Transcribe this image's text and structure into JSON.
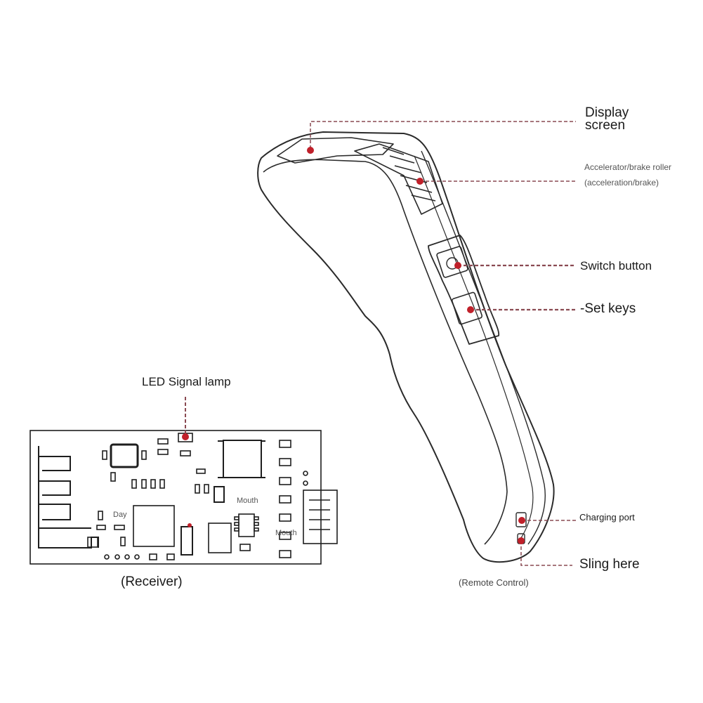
{
  "remote": {
    "caption": "(Remote Control)",
    "labels": {
      "display_line1": "Display",
      "display_line2": "screen",
      "roller_line1": "Accelerator/brake roller",
      "roller_line2": "(acceleration/brake)",
      "switch": "Switch button",
      "set": "-Set keys",
      "charging": "Charging port",
      "sling": "Sling here"
    }
  },
  "receiver": {
    "caption": "(Receiver)",
    "led_label": "LED Signal lamp",
    "silk": {
      "day": "Day",
      "mouth1": "Mouth",
      "mouth2": "Mouth"
    }
  },
  "colors": {
    "accent": "#c0202a",
    "leader": "#8a4a52",
    "outline": "#2a2a2a"
  }
}
